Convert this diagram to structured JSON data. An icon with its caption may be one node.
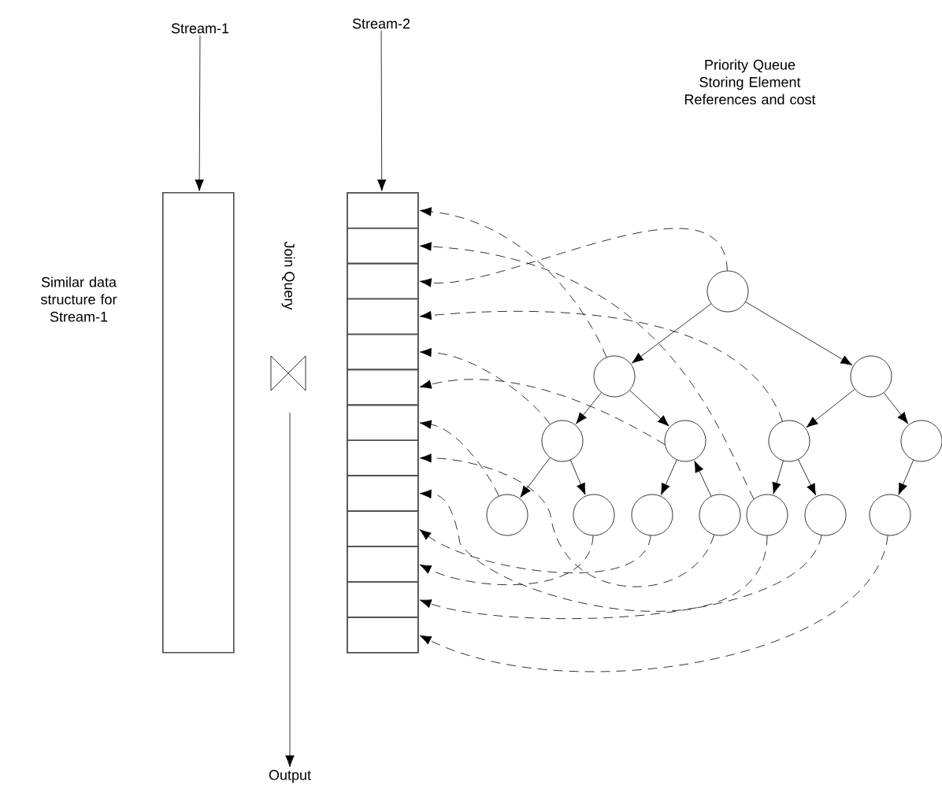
{
  "diagram": {
    "nodes": [
      {
        "text": [
          "Stream-1"
        ]
      },
      {
        "text": [
          "Stream-2"
        ]
      },
      {
        "text": [],
        "shape": "box"
      },
      {
        "text": [],
        "shape": "box"
      },
      {
        "text": [],
        "shape": "box",
        "in": 3
      },
      {
        "text": [],
        "shape": "box",
        "in": 3
      },
      {
        "text": [],
        "shape": "box",
        "in": 3
      },
      {
        "text": [],
        "shape": "box",
        "in": 3
      },
      {
        "text": [],
        "shape": "box",
        "in": 3
      },
      {
        "text": [],
        "shape": "box",
        "in": 3
      },
      {
        "text": [],
        "shape": "box",
        "in": 3
      },
      {
        "text": [],
        "shape": "box",
        "in": 3
      },
      {
        "text": [],
        "shape": "box",
        "in": 3
      },
      {
        "text": [],
        "shape": "box",
        "in": 3
      },
      {
        "text": [],
        "shape": "box",
        "in": 3
      },
      {
        "text": [],
        "shape": "box",
        "in": 3
      },
      {
        "text": [],
        "shape": "box",
        "in": 3
      },
      {
        "text": [],
        "shape": "circle"
      },
      {
        "text": [],
        "shape": "circle"
      },
      {
        "text": [],
        "shape": "circle"
      },
      {
        "text": [],
        "shape": "circle"
      },
      {
        "text": [],
        "shape": "circle"
      },
      {
        "text": [],
        "shape": "circle"
      },
      {
        "text": [],
        "shape": "circle"
      },
      {
        "text": [],
        "shape": "circle"
      },
      {
        "text": [],
        "shape": "circle"
      },
      {
        "text": [],
        "shape": "circle"
      },
      {
        "text": [],
        "shape": "circle"
      },
      {
        "text": [],
        "shape": "circle"
      },
      {
        "text": [],
        "shape": "circle"
      },
      {
        "text": [],
        "shape": "circle"
      },
      {
        "text": [
          "Output"
        ]
      }
    ],
    "edges": [
      {
        "from": 0,
        "to": 2,
        "arrow": "to"
      },
      {
        "from": 1,
        "to": 3,
        "arrow": "to"
      },
      {
        "from": null,
        "to": 31,
        "arrow": "to"
      },
      {
        "from": 17,
        "to": 18,
        "arrow": "to"
      },
      {
        "from": 17,
        "to": 19,
        "arrow": "to"
      },
      {
        "from": 18,
        "to": 20,
        "arrow": "to"
      },
      {
        "from": 18,
        "to": 21,
        "arrow": "to"
      },
      {
        "from": 19,
        "to": 22,
        "arrow": "to"
      },
      {
        "from": 19,
        "to": 23,
        "arrow": "to"
      },
      {
        "from": 20,
        "to": 24,
        "arrow": "to"
      },
      {
        "from": 20,
        "to": 25,
        "arrow": "to"
      },
      {
        "from": 21,
        "to": 26,
        "arrow": "to"
      },
      {
        "from": 27,
        "to": 21,
        "arrow": "to"
      },
      {
        "from": 22,
        "to": 28,
        "arrow": "to"
      },
      {
        "from": 22,
        "to": 29,
        "arrow": "to"
      },
      {
        "from": 23,
        "to": 30,
        "arrow": "to"
      },
      {
        "from": 18,
        "to": 4,
        "arrow": "to",
        "style": "dashed"
      },
      {
        "from": 28,
        "to": 5,
        "arrow": "to",
        "style": "dashed"
      },
      {
        "from": 17,
        "to": 6,
        "arrow": "to",
        "style": "dashed"
      },
      {
        "from": 22,
        "to": 7,
        "arrow": "to",
        "style": "dashed"
      },
      {
        "from": 20,
        "to": 8,
        "arrow": "to",
        "style": "dashed"
      },
      {
        "from": 21,
        "to": 9,
        "arrow": "to",
        "style": "dashed"
      },
      {
        "from": 24,
        "to": 10,
        "arrow": "to",
        "style": "dashed"
      },
      {
        "from": 27,
        "to": 11,
        "arrow": "to",
        "style": "dashed"
      },
      {
        "from": 28,
        "to": 12,
        "arrow": "to",
        "style": "dashed"
      },
      {
        "from": 26,
        "to": 13,
        "arrow": "to",
        "style": "dashed"
      },
      {
        "from": 25,
        "to": 14,
        "arrow": "to",
        "style": "dashed"
      },
      {
        "from": 29,
        "to": 15,
        "arrow": "to",
        "style": "dashed"
      },
      {
        "from": 30,
        "to": 16,
        "arrow": "to",
        "style": "dashed"
      }
    ],
    "labels": [
      "Priority Queue Storing Element References and cost",
      "Similar data structure for Stream-1",
      "Join Query"
    ]
  }
}
